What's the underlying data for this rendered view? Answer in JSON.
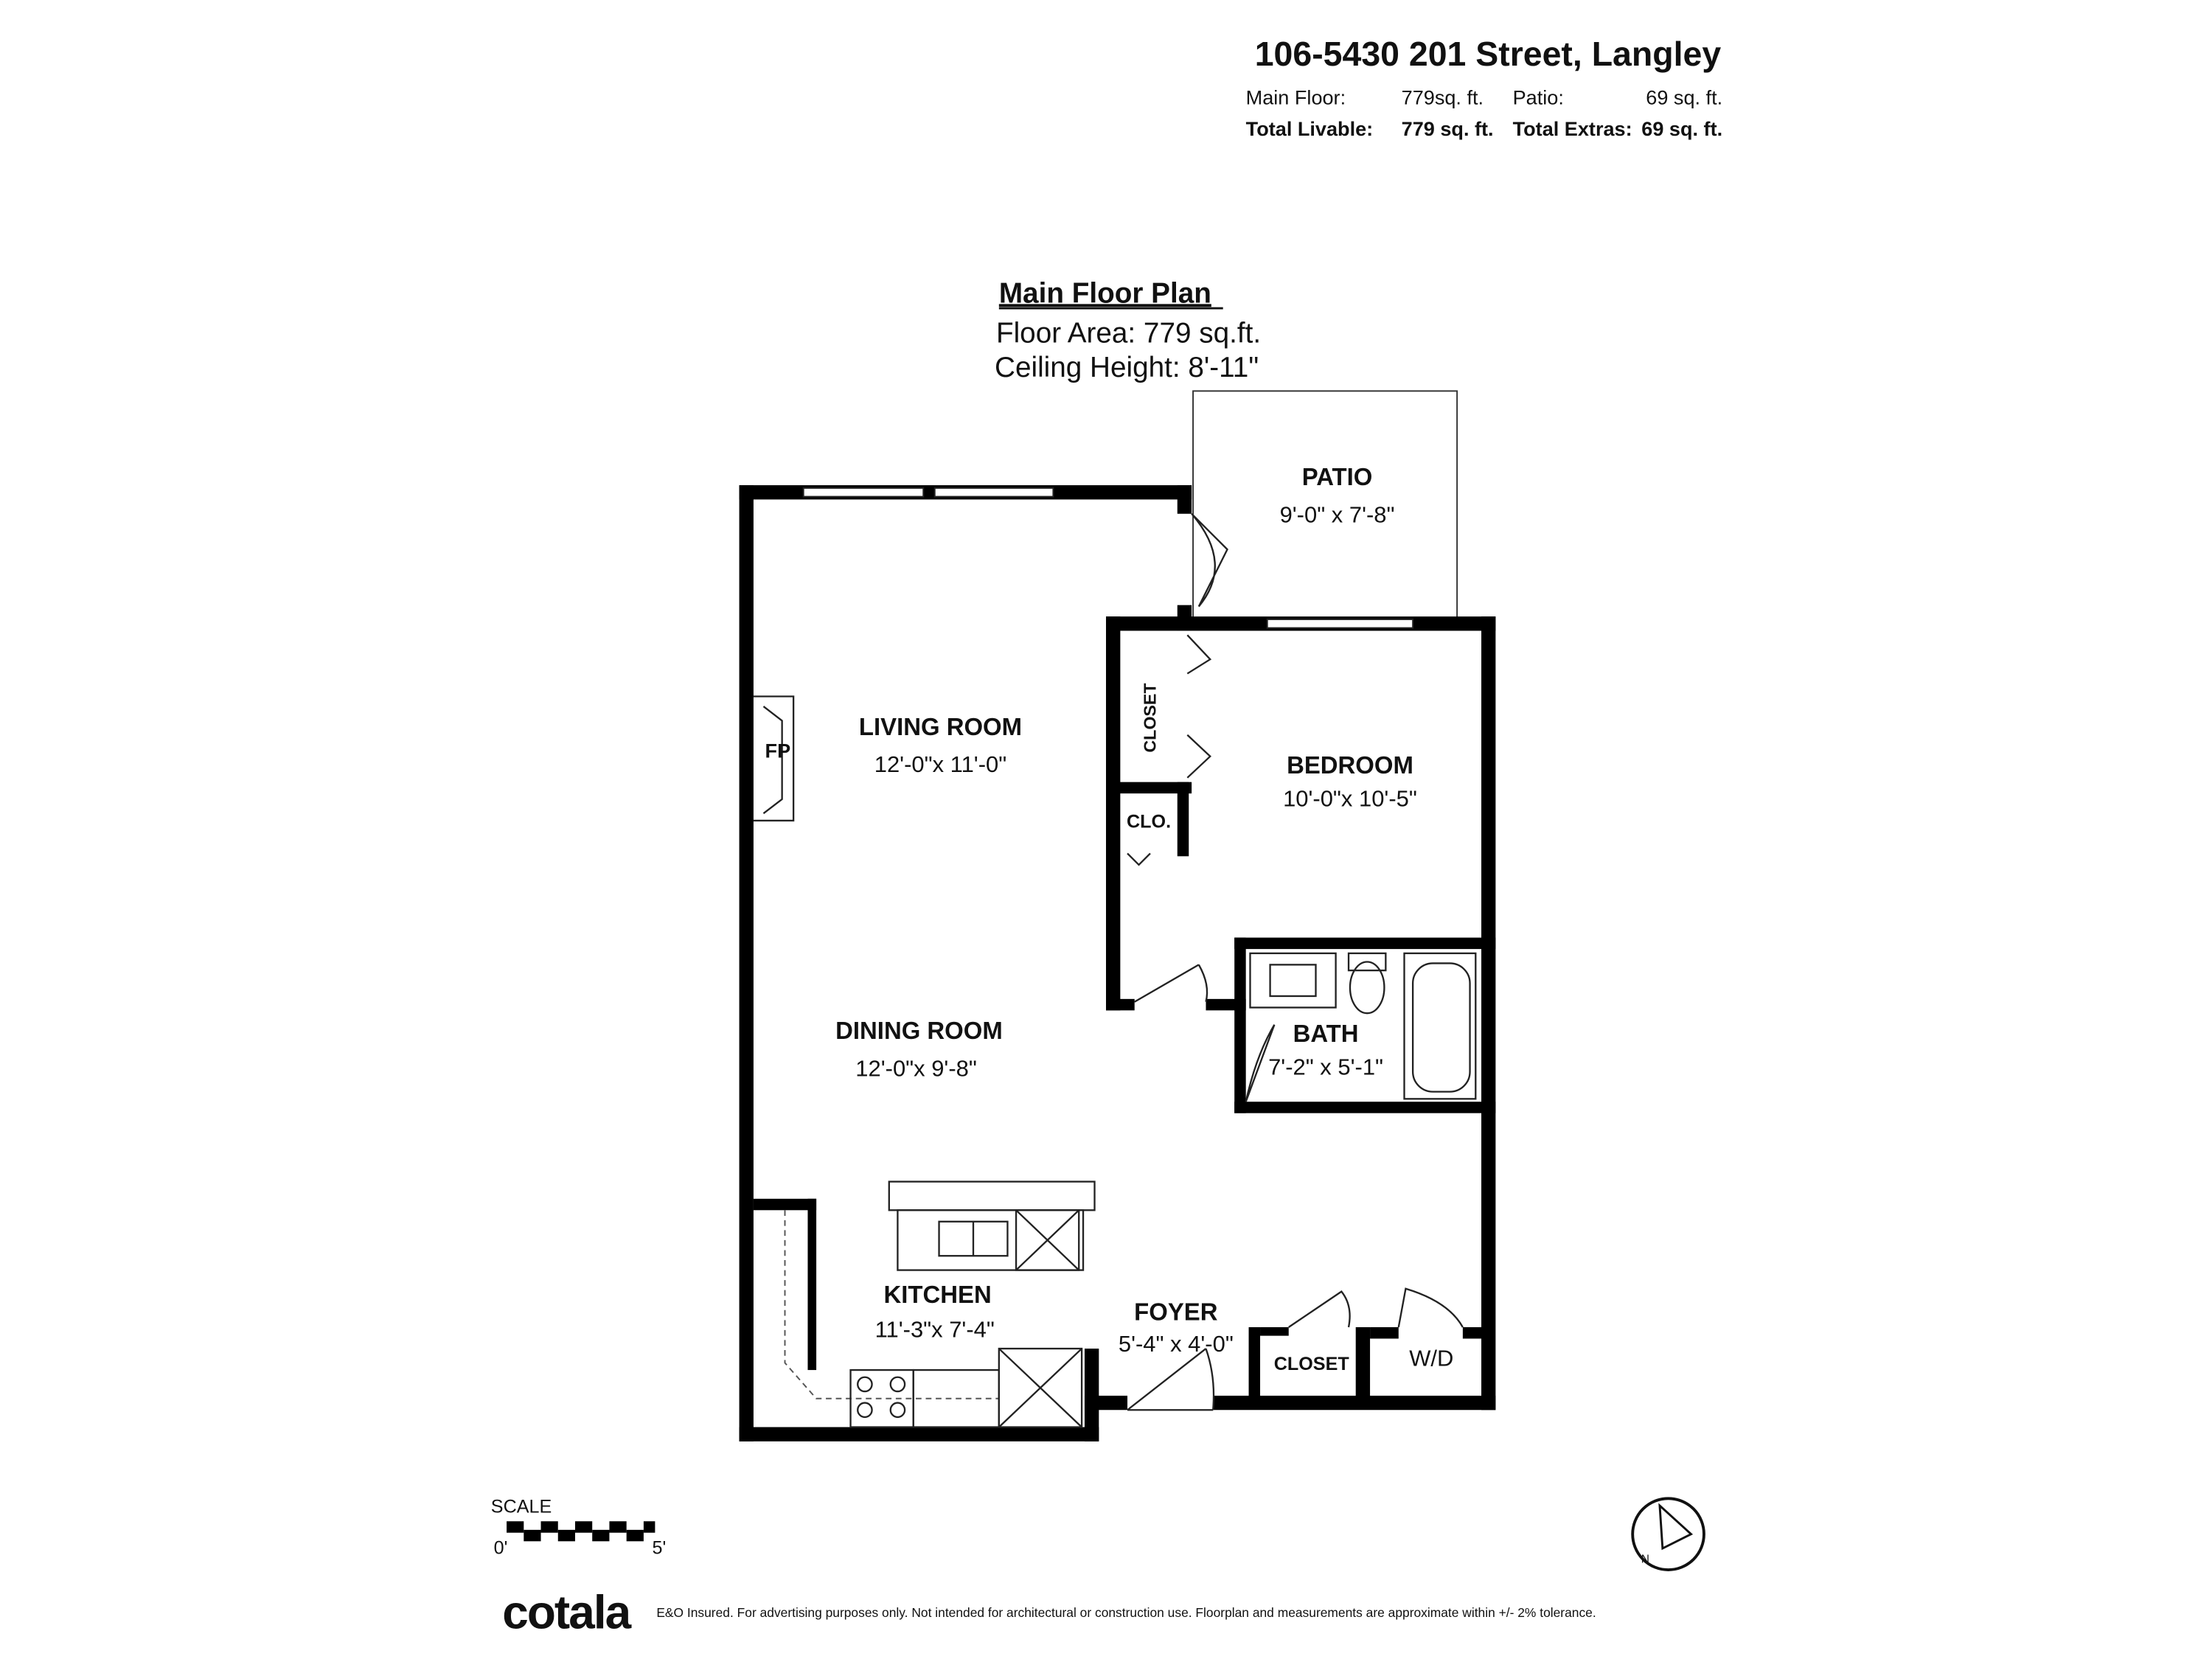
{
  "header": {
    "address": "106-5430 201 Street, Langley",
    "main_floor_label": "Main Floor:",
    "main_floor_value": "779sq. ft.",
    "patio_label": "Patio:",
    "patio_value": "69 sq. ft.",
    "total_livable_label": "Total Livable:",
    "total_livable_value": "779 sq. ft.",
    "total_extras_label": "Total Extras:",
    "total_extras_value": "69 sq. ft."
  },
  "plan": {
    "title": "Main Floor Plan",
    "floor_area": "Floor Area: 779 sq.ft.",
    "ceiling_height": "Ceiling Height: 8'-11\""
  },
  "rooms": {
    "patio": {
      "name": "PATIO",
      "dims": "9'-0\" x 7'-8\""
    },
    "living": {
      "name": "LIVING ROOM",
      "dims": "12'-0\"x 11'-0\""
    },
    "bedroom": {
      "name": "BEDROOM",
      "dims": "10'-0\"x 10'-5\""
    },
    "dining": {
      "name": "DINING ROOM",
      "dims": "12'-0\"x  9'-8\""
    },
    "bath": {
      "name": "BATH",
      "dims": "7'-2\" x 5'-1\""
    },
    "kitchen": {
      "name": "KITCHEN",
      "dims": "11'-3\"x 7'-4\""
    },
    "foyer": {
      "name": "FOYER",
      "dims": "5'-4\" x 4'-0\""
    },
    "closet_bedroom": "CLOSET",
    "clo": "CLO.",
    "closet_foyer": "CLOSET",
    "wd": "W/D",
    "fp": "FP"
  },
  "scale": {
    "label": "SCALE",
    "start": "0'",
    "end": "5'"
  },
  "footer": {
    "logo": "cotala",
    "disclaimer": "E&O Insured. For advertising purposes only. Not intended for architectural or construction use. Floorplan and measurements are approximate within +/- 2% tolerance."
  },
  "icons": {
    "compass": "north-arrow-icon"
  }
}
